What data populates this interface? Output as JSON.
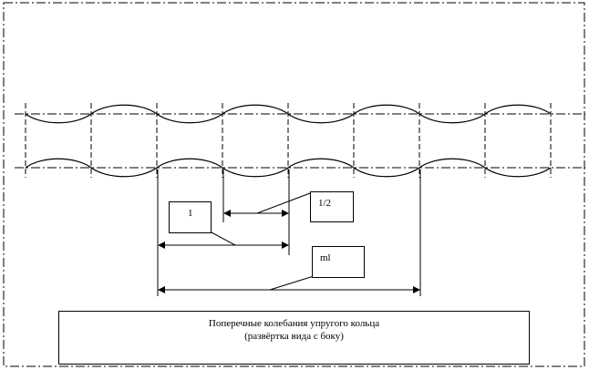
{
  "labels": {
    "wavelength": "1",
    "half_wavelength": "1/2",
    "m_wavelength": "ml"
  },
  "caption": {
    "line1": "Поперечные колебания упругого кольца",
    "line2": "(развёртка вида с боку)"
  },
  "colors": {
    "stroke": "#000000",
    "background": "#ffffff"
  }
}
